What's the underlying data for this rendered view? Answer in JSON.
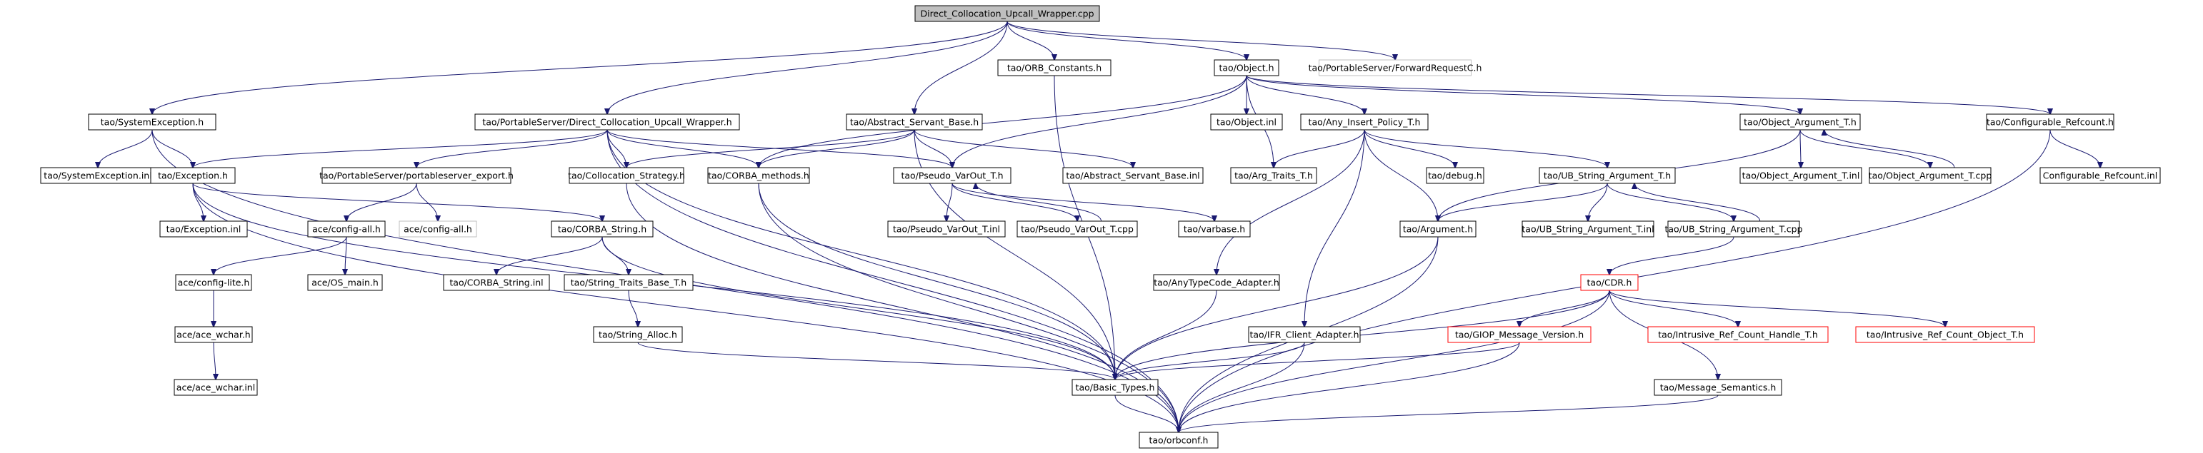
{
  "diagram": {
    "colors": {
      "edge": "#191970",
      "root_fill": "#bfbfbf",
      "box_stroke": "#000000",
      "red_stroke": "#ff0000",
      "gray_stroke": "#bfbfbf"
    },
    "nodes": [
      {
        "id": "root",
        "label": "Direct_Collocation_Upcall_Wrapper.cpp",
        "style": "root"
      },
      {
        "id": "orb_constants",
        "label": "tao/ORB_Constants.h"
      },
      {
        "id": "object_h",
        "label": "tao/Object.h"
      },
      {
        "id": "forward_req",
        "label": "tao/PortableServer/ForwardRequestC.h",
        "style": "gray"
      },
      {
        "id": "sys_exc_h",
        "label": "tao/SystemException.h"
      },
      {
        "id": "dcuw_h",
        "label": "tao/PortableServer/Direct_Collocation_Upcall_Wrapper.h"
      },
      {
        "id": "abs_servant",
        "label": "tao/Abstract_Servant_Base.h"
      },
      {
        "id": "object_inl",
        "label": "tao/Object.inl"
      },
      {
        "id": "any_insert",
        "label": "tao/Any_Insert_Policy_T.h"
      },
      {
        "id": "obj_arg_t_h",
        "label": "tao/Object_Argument_T.h"
      },
      {
        "id": "conf_refcount",
        "label": "tao/Configurable_Refcount.h"
      },
      {
        "id": "sys_exc_inl",
        "label": "tao/SystemException.inl"
      },
      {
        "id": "exception_h",
        "label": "tao/Exception.h"
      },
      {
        "id": "ps_export",
        "label": "tao/PortableServer/portableserver_export.h"
      },
      {
        "id": "colloc_strat",
        "label": "tao/Collocation_Strategy.h"
      },
      {
        "id": "corba_methods",
        "label": "tao/CORBA_methods.h"
      },
      {
        "id": "pseudo_var_h",
        "label": "tao/Pseudo_VarOut_T.h"
      },
      {
        "id": "abs_servant_inl",
        "label": "tao/Abstract_Servant_Base.inl"
      },
      {
        "id": "arg_traits",
        "label": "tao/Arg_Traits_T.h"
      },
      {
        "id": "debug_h",
        "label": "tao/debug.h"
      },
      {
        "id": "ub_string_arg_h",
        "label": "tao/UB_String_Argument_T.h"
      },
      {
        "id": "obj_arg_t_inl",
        "label": "tao/Object_Argument_T.inl"
      },
      {
        "id": "obj_arg_t_cpp",
        "label": "tao/Object_Argument_T.cpp"
      },
      {
        "id": "conf_refcount_inl",
        "label": "Configurable_Refcount.inl"
      },
      {
        "id": "exception_inl",
        "label": "tao/Exception.inl"
      },
      {
        "id": "config_all_h",
        "label": "ace/config-all.h"
      },
      {
        "id": "config_all_gray",
        "label": "ace/config-all.h",
        "style": "gray"
      },
      {
        "id": "corba_string_h",
        "label": "tao/CORBA_String.h"
      },
      {
        "id": "pseudo_var_inl",
        "label": "tao/Pseudo_VarOut_T.inl"
      },
      {
        "id": "pseudo_var_cpp",
        "label": "tao/Pseudo_VarOut_T.cpp"
      },
      {
        "id": "varbase",
        "label": "tao/varbase.h"
      },
      {
        "id": "argument_h",
        "label": "tao/Argument.h"
      },
      {
        "id": "ub_string_arg_inl",
        "label": "tao/UB_String_Argument_T.inl"
      },
      {
        "id": "ub_string_arg_cpp",
        "label": "tao/UB_String_Argument_T.cpp"
      },
      {
        "id": "config_lite",
        "label": "ace/config-lite.h"
      },
      {
        "id": "os_main",
        "label": "ace/OS_main.h"
      },
      {
        "id": "corba_string_inl",
        "label": "tao/CORBA_String.inl"
      },
      {
        "id": "string_traits",
        "label": "tao/String_Traits_Base_T.h"
      },
      {
        "id": "anytypecode",
        "label": "tao/AnyTypeCode_Adapter.h"
      },
      {
        "id": "cdr_h",
        "label": "tao/CDR.h",
        "style": "red"
      },
      {
        "id": "ace_wchar_h",
        "label": "ace/ace_wchar.h"
      },
      {
        "id": "string_alloc",
        "label": "tao/String_Alloc.h"
      },
      {
        "id": "ifr_client",
        "label": "tao/IFR_Client_Adapter.h"
      },
      {
        "id": "giop_msg_ver",
        "label": "tao/GIOP_Message_Version.h",
        "style": "red"
      },
      {
        "id": "intrusive_handle",
        "label": "tao/Intrusive_Ref_Count_Handle_T.h",
        "style": "red"
      },
      {
        "id": "intrusive_object",
        "label": "tao/Intrusive_Ref_Count_Object_T.h",
        "style": "red"
      },
      {
        "id": "ace_wchar_inl",
        "label": "ace/ace_wchar.inl"
      },
      {
        "id": "basic_types",
        "label": "tao/Basic_Types.h"
      },
      {
        "id": "msg_semantics",
        "label": "tao/Message_Semantics.h"
      },
      {
        "id": "orbconf",
        "label": "tao/orbconf.h"
      }
    ],
    "edges": [
      [
        "root",
        "sys_exc_h"
      ],
      [
        "root",
        "dcuw_h"
      ],
      [
        "root",
        "orb_constants"
      ],
      [
        "root",
        "abs_servant"
      ],
      [
        "root",
        "object_h"
      ],
      [
        "root",
        "forward_req"
      ],
      [
        "orb_constants",
        "basic_types"
      ],
      [
        "object_h",
        "object_inl"
      ],
      [
        "object_h",
        "any_insert"
      ],
      [
        "object_h",
        "obj_arg_t_h"
      ],
      [
        "object_h",
        "conf_refcount"
      ],
      [
        "object_h",
        "corba_methods"
      ],
      [
        "object_h",
        "pseudo_var_h"
      ],
      [
        "object_h",
        "arg_traits"
      ],
      [
        "sys_exc_h",
        "sys_exc_inl"
      ],
      [
        "sys_exc_h",
        "exception_h"
      ],
      [
        "sys_exc_h",
        "orbconf"
      ],
      [
        "dcuw_h",
        "exception_h"
      ],
      [
        "dcuw_h",
        "ps_export"
      ],
      [
        "dcuw_h",
        "colloc_strat"
      ],
      [
        "dcuw_h",
        "corba_methods"
      ],
      [
        "dcuw_h",
        "pseudo_var_h"
      ],
      [
        "dcuw_h",
        "basic_types"
      ],
      [
        "dcuw_h",
        "orbconf"
      ],
      [
        "abs_servant",
        "colloc_strat"
      ],
      [
        "abs_servant",
        "corba_methods"
      ],
      [
        "abs_servant",
        "pseudo_var_h"
      ],
      [
        "abs_servant",
        "abs_servant_inl"
      ],
      [
        "abs_servant",
        "basic_types"
      ],
      [
        "any_insert",
        "arg_traits"
      ],
      [
        "any_insert",
        "debug_h"
      ],
      [
        "any_insert",
        "ub_string_arg_h"
      ],
      [
        "any_insert",
        "argument_h"
      ],
      [
        "any_insert",
        "anytypecode"
      ],
      [
        "any_insert",
        "ifr_client"
      ],
      [
        "obj_arg_t_h",
        "argument_h"
      ],
      [
        "obj_arg_t_h",
        "obj_arg_t_inl"
      ],
      [
        "obj_arg_t_h",
        "obj_arg_t_cpp"
      ],
      [
        "obj_arg_t_cpp",
        "obj_arg_t_h"
      ],
      [
        "conf_refcount",
        "conf_refcount_inl"
      ],
      [
        "conf_refcount",
        "orbconf"
      ],
      [
        "exception_h",
        "exception_inl"
      ],
      [
        "exception_h",
        "corba_string_h"
      ],
      [
        "exception_h",
        "basic_types"
      ],
      [
        "exception_h",
        "orbconf"
      ],
      [
        "ps_export",
        "config_all_h"
      ],
      [
        "ps_export",
        "config_all_gray"
      ],
      [
        "colloc_strat",
        "orbconf"
      ],
      [
        "corba_methods",
        "basic_types"
      ],
      [
        "corba_methods",
        "orbconf"
      ],
      [
        "pseudo_var_h",
        "pseudo_var_inl"
      ],
      [
        "pseudo_var_h",
        "pseudo_var_cpp"
      ],
      [
        "pseudo_var_h",
        "varbase"
      ],
      [
        "pseudo_var_cpp",
        "pseudo_var_h"
      ],
      [
        "ub_string_arg_h",
        "argument_h"
      ],
      [
        "ub_string_arg_h",
        "ub_string_arg_inl"
      ],
      [
        "ub_string_arg_h",
        "ub_string_arg_cpp"
      ],
      [
        "ub_string_arg_cpp",
        "ub_string_arg_h"
      ],
      [
        "ub_string_arg_cpp",
        "cdr_h"
      ],
      [
        "config_all_h",
        "config_lite"
      ],
      [
        "config_all_h",
        "os_main"
      ],
      [
        "corba_string_h",
        "corba_string_inl"
      ],
      [
        "corba_string_h",
        "string_traits"
      ],
      [
        "corba_string_h",
        "basic_types"
      ],
      [
        "argument_h",
        "basic_types"
      ],
      [
        "argument_h",
        "orbconf"
      ],
      [
        "config_lite",
        "ace_wchar_h"
      ],
      [
        "ace_wchar_h",
        "ace_wchar_inl"
      ],
      [
        "string_traits",
        "string_alloc"
      ],
      [
        "string_alloc",
        "basic_types"
      ],
      [
        "anytypecode",
        "basic_types"
      ],
      [
        "cdr_h",
        "giop_msg_ver"
      ],
      [
        "cdr_h",
        "intrusive_handle"
      ],
      [
        "cdr_h",
        "intrusive_object"
      ],
      [
        "cdr_h",
        "msg_semantics"
      ],
      [
        "cdr_h",
        "basic_types"
      ],
      [
        "cdr_h",
        "orbconf"
      ],
      [
        "ifr_client",
        "basic_types"
      ],
      [
        "ifr_client",
        "orbconf"
      ],
      [
        "giop_msg_ver",
        "basic_types"
      ],
      [
        "giop_msg_ver",
        "orbconf"
      ],
      [
        "basic_types",
        "orbconf"
      ],
      [
        "msg_semantics",
        "orbconf"
      ]
    ]
  }
}
